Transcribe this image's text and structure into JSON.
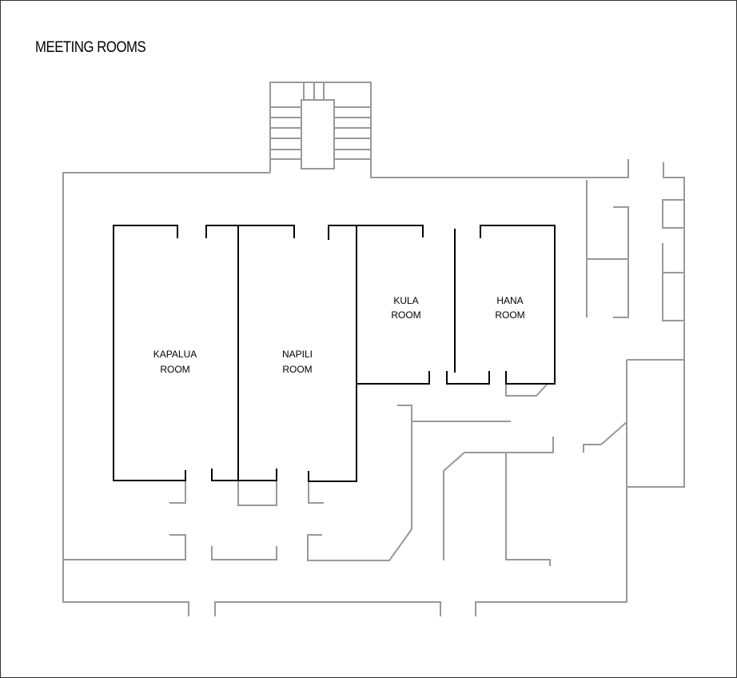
{
  "title": "MEETING ROOMS",
  "rooms": [
    {
      "id": "kapalua",
      "line1": "KAPALUA",
      "line2": "ROOM"
    },
    {
      "id": "napili",
      "line1": "NAPILI",
      "line2": "ROOM"
    },
    {
      "id": "kula",
      "line1": "KULA",
      "line2": "ROOM"
    },
    {
      "id": "hana",
      "line1": "HANA",
      "line2": "ROOM"
    }
  ],
  "colors": {
    "walls": "#999999",
    "meeting_room_walls": "#000000"
  }
}
